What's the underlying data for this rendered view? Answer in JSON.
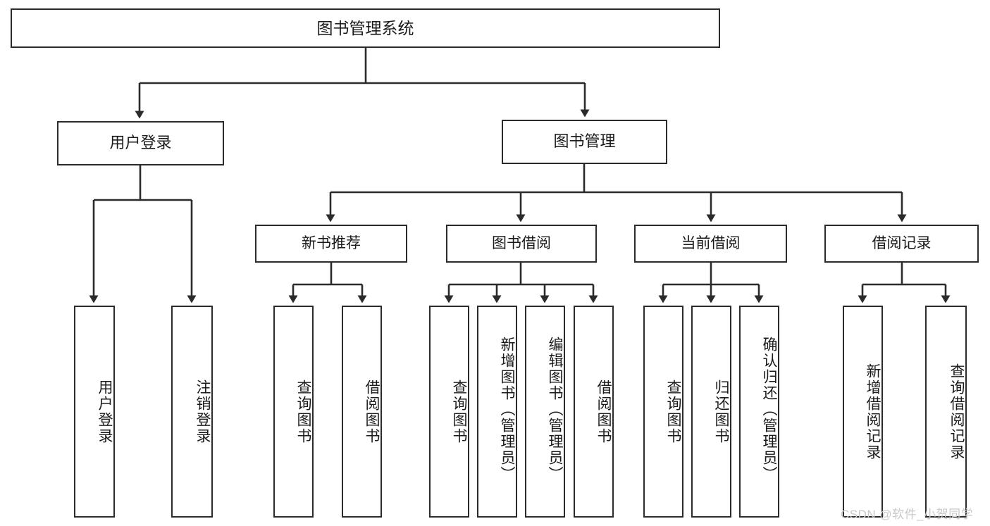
{
  "diagram": {
    "title": "图书管理系统",
    "type": "tree-hierarchy-diagram",
    "colors": {
      "box_border": "#2b2b2b",
      "box_fill": "#ffffff",
      "line": "#2b2b2b",
      "text": "#1a1a1a",
      "watermark": "#c9c9c9"
    }
  },
  "root": {
    "label": "图书管理系统"
  },
  "level2": [
    {
      "label": "用户登录"
    },
    {
      "label": "图书管理"
    }
  ],
  "level3": [
    {
      "label": "新书推荐"
    },
    {
      "label": "图书借阅"
    },
    {
      "label": "当前借阅"
    },
    {
      "label": "借阅记录"
    }
  ],
  "leaves": {
    "user_login": [
      {
        "label": "用户登录"
      },
      {
        "label": "注销登录"
      }
    ],
    "new_book_recommend": [
      {
        "label": "查询图书"
      },
      {
        "label": "借阅图书"
      }
    ],
    "book_borrow": [
      {
        "label": "查询图书"
      },
      {
        "label": "新增图书（管理员）"
      },
      {
        "label": "编辑图书（管理员）"
      },
      {
        "label": "借阅图书"
      }
    ],
    "current_borrow": [
      {
        "label": "查询图书"
      },
      {
        "label": "归还图书"
      },
      {
        "label": "确认归还（管理员）"
      }
    ],
    "borrow_record": [
      {
        "label": "新增借阅记录"
      },
      {
        "label": "查询借阅记录"
      }
    ]
  },
  "watermark": {
    "text": "CSDN @软件_小贺同学"
  }
}
